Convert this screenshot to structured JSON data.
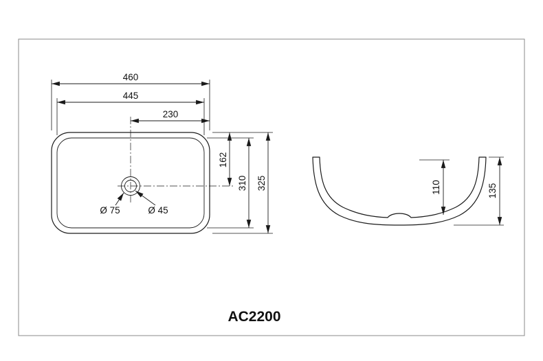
{
  "drawing": {
    "model": "AC2200",
    "colors": {
      "line": "#1a1a1a",
      "background": "#ffffff",
      "frame": "#8a8a8a"
    },
    "plan": {
      "dims": {
        "outer_width": "460",
        "inner_width": "445",
        "half_width": "230",
        "drain_offset": "162",
        "inner_height": "310",
        "outer_height": "325",
        "drain_outer_dia": "Ø 75",
        "drain_inner_dia": "Ø 45"
      }
    },
    "section": {
      "dims": {
        "bowl_depth": "110",
        "total_height": "135"
      }
    }
  }
}
